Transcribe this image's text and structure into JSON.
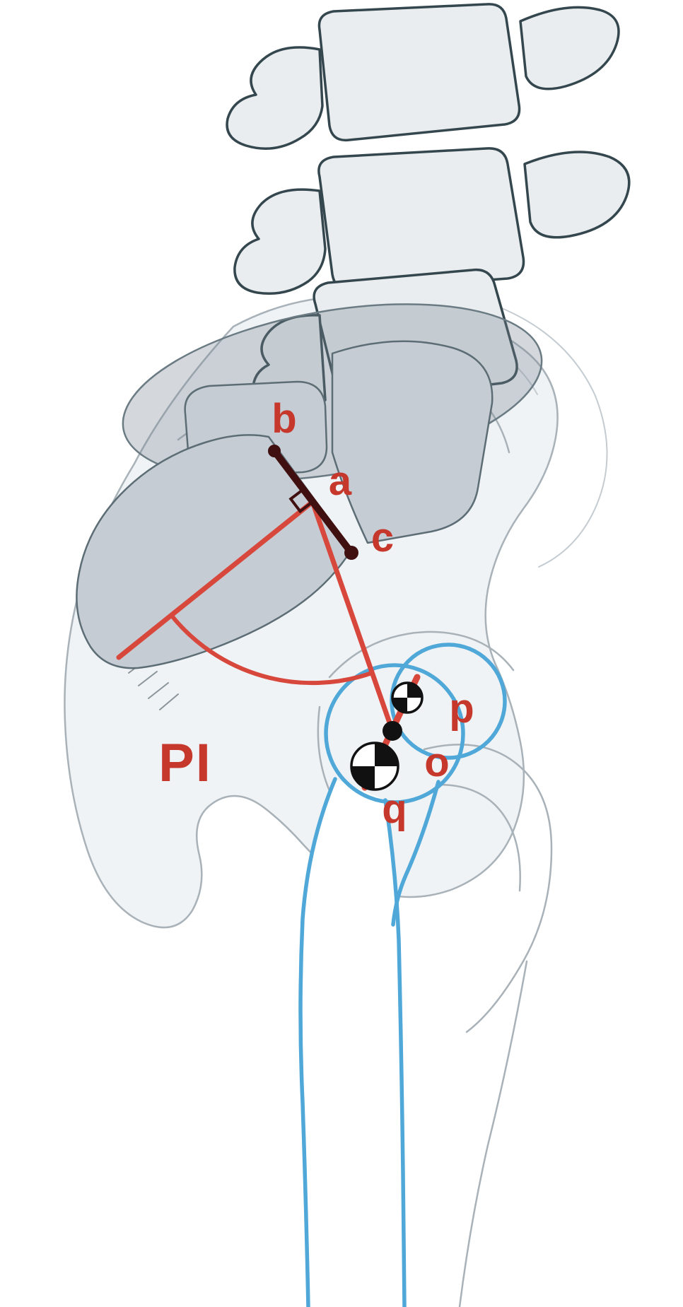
{
  "figure": {
    "labels": {
      "b": "b",
      "a": "a",
      "c": "c",
      "p": "p",
      "o": "o",
      "q": "q",
      "pi": "PI"
    },
    "colors": {
      "label_red": "#c6372c",
      "line_red": "#d8473c",
      "endplate_dark": "#401010",
      "femur_blue": "#4fa8d8",
      "bone_fill": "#e9edef",
      "bone_stroke": "#35474e",
      "sacrum_fill": "#c5ccd3",
      "sacrum_stroke": "#5d6d75",
      "pelvis_stroke": "#a8b2b8",
      "pelvis_fill": "#f0f3f5",
      "marker_black": "#111111"
    }
  }
}
